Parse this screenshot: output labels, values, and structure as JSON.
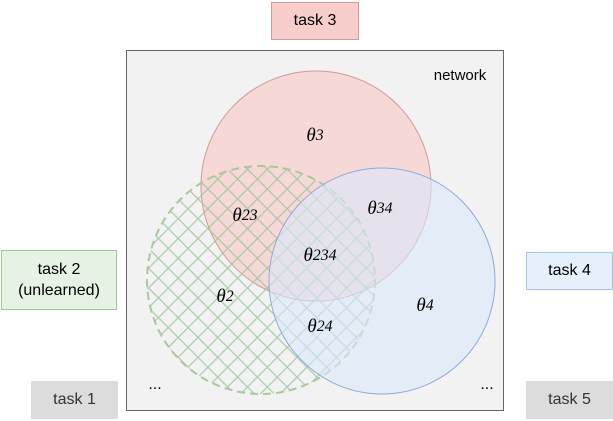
{
  "tasks": {
    "task1": "task 1",
    "task2_line1": "task 2",
    "task2_line2": "(unlearned)",
    "task3": "task 3",
    "task4": "task 4",
    "task5": "task 5"
  },
  "network_label": "network",
  "ellipsis_left": "...",
  "ellipsis_right": "...",
  "regions": {
    "theta": "θ",
    "s3": "3",
    "s23": "23",
    "s34": "34",
    "s234": "234",
    "s2": "2",
    "s4": "4",
    "s24": "24"
  },
  "colors": {
    "task3": "#f8cecc",
    "task4": "#dae8fc",
    "task2": "#d5e8d4",
    "gray": "#f5f5f5"
  }
}
